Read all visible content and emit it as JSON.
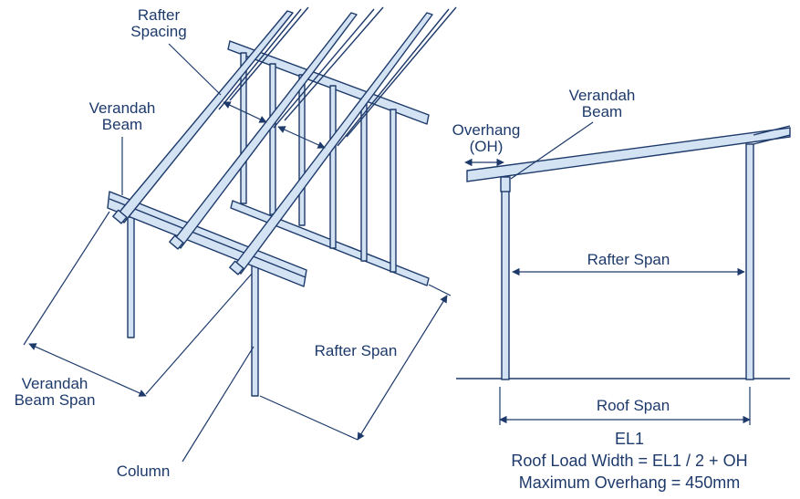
{
  "colors": {
    "stroke": "#1d3a6b",
    "member_fill": "#d4e3f3",
    "text": "#1d3a6b",
    "background": "#ffffff"
  },
  "left_view": {
    "rafter_spacing_label": "Rafter\nSpacing",
    "verandah_beam_label": "Verandah\nBeam",
    "verandah_beam_span_label": "Verandah\nBeam Span",
    "rafter_span_label": "Rafter Span",
    "column_label": "Column"
  },
  "right_view": {
    "verandah_beam_label": "Verandah\nBeam",
    "overhang_label": "Overhang\n(OH)",
    "rafter_span_label": "Rafter Span",
    "roof_span_label": "Roof Span",
    "el1_label": "EL1",
    "roof_load_width_label": "Roof Load Width = EL1 / 2 + OH",
    "max_overhang_label": "Maximum Overhang = 450mm"
  }
}
